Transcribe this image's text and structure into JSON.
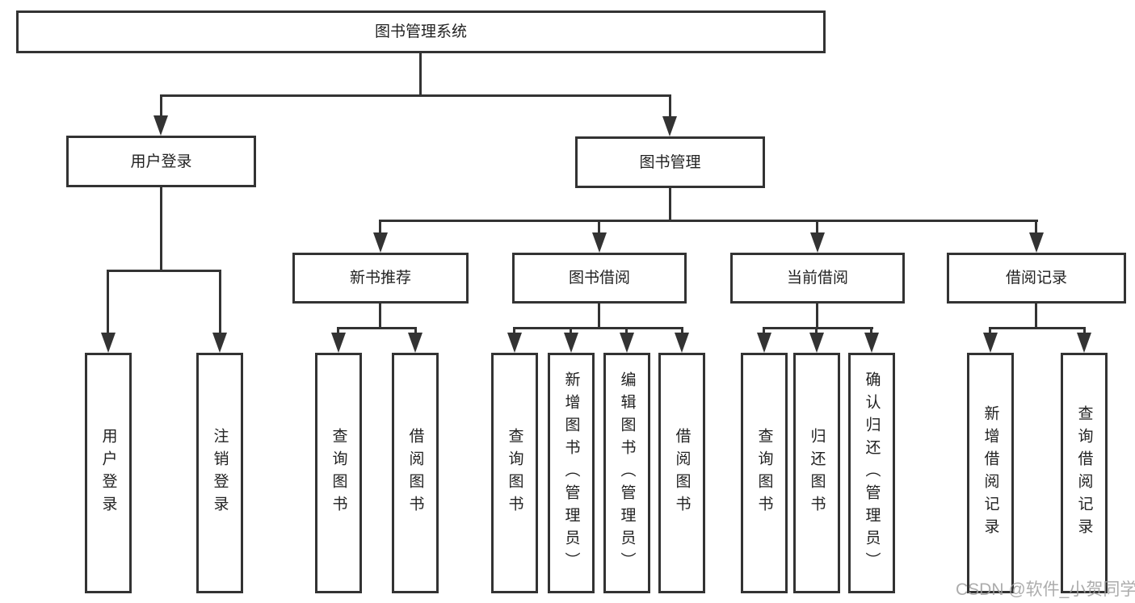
{
  "nodes": {
    "root": "图书管理系统",
    "login": {
      "label": "用户登录",
      "leaves": [
        "用户登录",
        "注销登录"
      ]
    },
    "management": {
      "label": "图书管理",
      "sections": [
        {
          "label": "新书推荐",
          "leaves": [
            "查询图书",
            "借阅图书"
          ]
        },
        {
          "label": "图书借阅",
          "leaves": [
            "查询图书",
            "新增图书（管理员）",
            "编辑图书（管理员）",
            "借阅图书"
          ]
        },
        {
          "label": "当前借阅",
          "leaves": [
            "查询图书",
            "归还图书",
            "确认归还（管理员）"
          ]
        },
        {
          "label": "借阅记录",
          "leaves": [
            "新增借阅记录",
            "查询借阅记录"
          ]
        }
      ]
    }
  },
  "watermark": "CSDN @软件_小贺同学",
  "colors": {
    "line": "#333333",
    "text": "#222222",
    "watermark": "#9e9e9e",
    "background": "#ffffff"
  }
}
